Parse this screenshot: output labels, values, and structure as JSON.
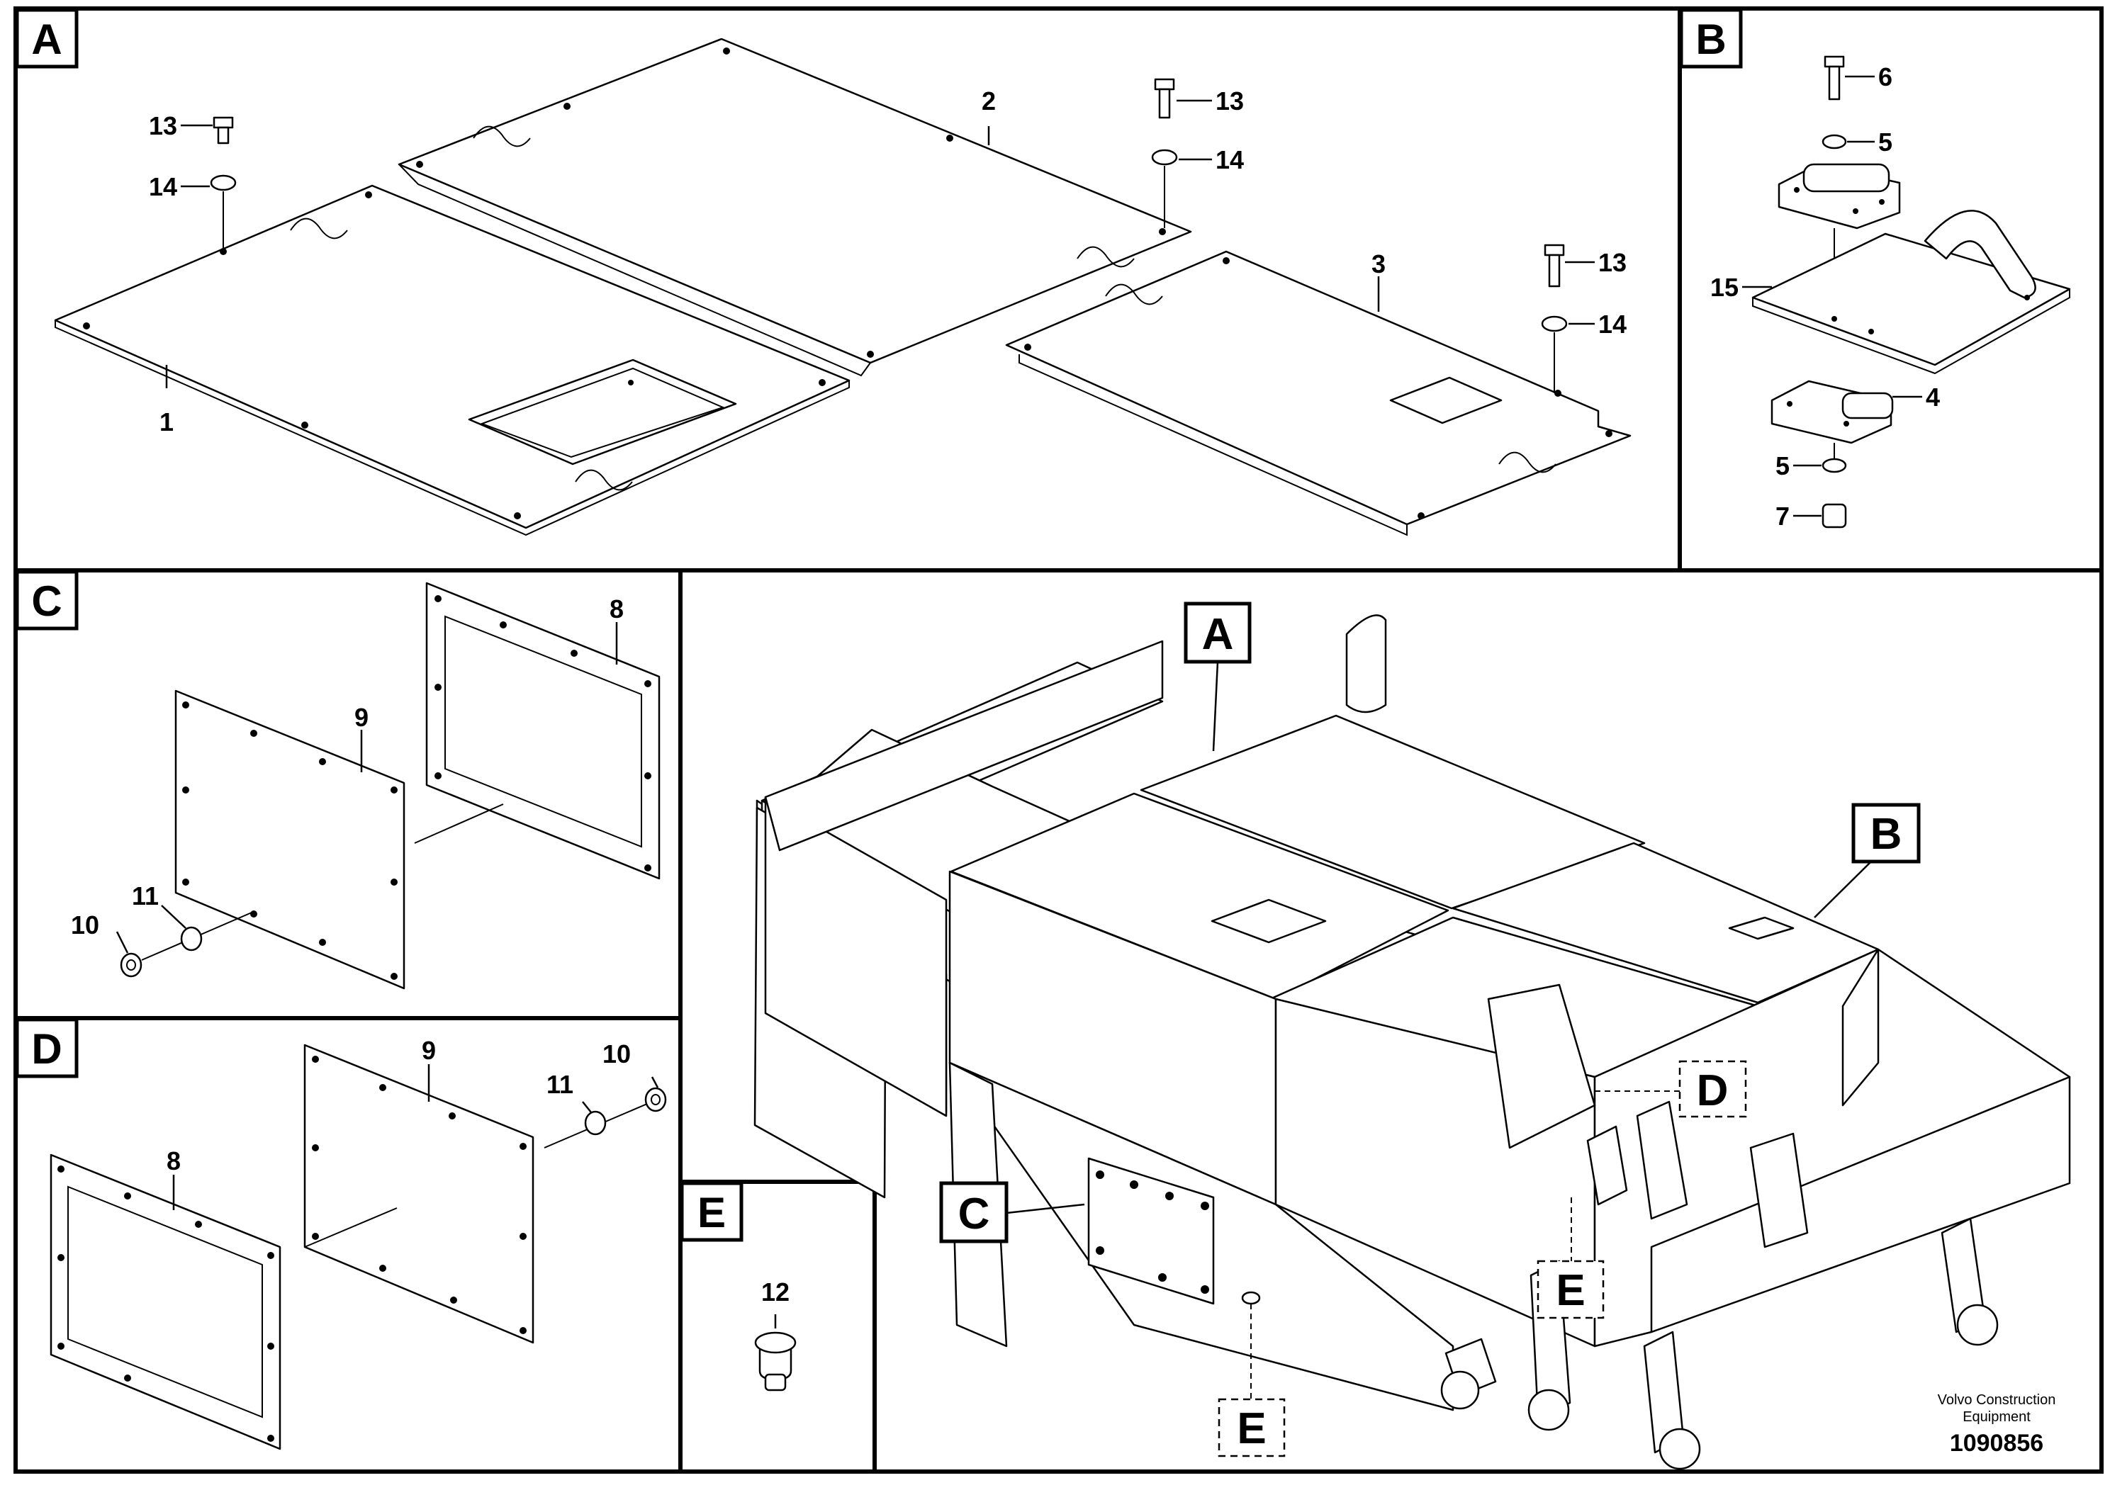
{
  "panels": {
    "A": {
      "tag": "A",
      "labels": {
        "p1": "1",
        "p2": "2",
        "p3": "3",
        "b13a": "13",
        "w14a": "14",
        "b13b": "13",
        "w14b": "14",
        "b13c": "13",
        "w14c": "14"
      }
    },
    "B": {
      "tag": "B",
      "labels": {
        "p6": "6",
        "p5a": "5",
        "p15": "15",
        "p4": "4",
        "p5b": "5",
        "p7": "7"
      }
    },
    "C": {
      "tag": "C",
      "labels": {
        "p8": "8",
        "p9": "9",
        "p11": "11",
        "p10": "10"
      }
    },
    "D": {
      "tag": "D",
      "labels": {
        "p9": "9",
        "p10": "10",
        "p11": "11",
        "p8": "8"
      }
    },
    "E": {
      "tag": "E",
      "labels": {
        "p12": "12"
      }
    }
  },
  "overview": {
    "callout_a": "A",
    "callout_b": "B",
    "callout_c": "C",
    "callout_d": "D",
    "callout_e1": "E",
    "callout_e2": "E"
  },
  "footer": {
    "brand_line1": "Volvo Construction",
    "brand_line2": "Equipment",
    "doc_number": "1090856"
  }
}
